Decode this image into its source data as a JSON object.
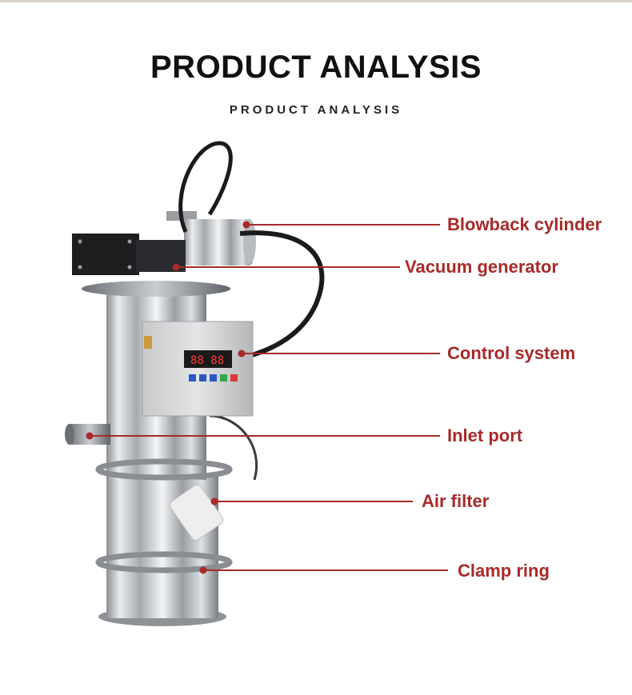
{
  "header": {
    "title": "PRODUCT ANALYSIS",
    "subtitle": "PRODUCT ANALYSIS"
  },
  "colors": {
    "accent": "#a82a2a",
    "title": "#111111"
  },
  "callouts": [
    {
      "id": "blowback-cylinder",
      "label": "Blowback cylinder"
    },
    {
      "id": "vacuum-generator",
      "label": "Vacuum generator"
    },
    {
      "id": "control-system",
      "label": "Control system"
    },
    {
      "id": "inlet-port",
      "label": "Inlet port"
    },
    {
      "id": "air-filter",
      "label": "Air filter"
    },
    {
      "id": "clamp-ring",
      "label": "Clamp ring"
    }
  ]
}
